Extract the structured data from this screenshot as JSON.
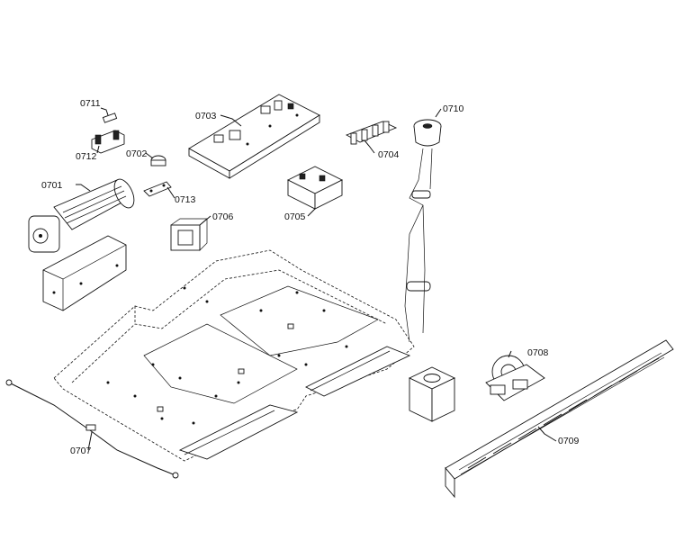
{
  "parts": [
    {
      "id": "p0701",
      "label": "0701"
    },
    {
      "id": "p0702",
      "label": "0702"
    },
    {
      "id": "p0703",
      "label": "0703"
    },
    {
      "id": "p0704",
      "label": "0704"
    },
    {
      "id": "p0705",
      "label": "0705"
    },
    {
      "id": "p0706",
      "label": "0706"
    },
    {
      "id": "p0707",
      "label": "0707"
    },
    {
      "id": "p0708",
      "label": "0708"
    },
    {
      "id": "p0709",
      "label": "0709"
    },
    {
      "id": "p0710",
      "label": "0710"
    },
    {
      "id": "p0711",
      "label": "0711"
    },
    {
      "id": "p0712",
      "label": "0712"
    },
    {
      "id": "p0713",
      "label": "0713"
    }
  ],
  "colors": {
    "line": "#111111",
    "background": "#ffffff"
  }
}
